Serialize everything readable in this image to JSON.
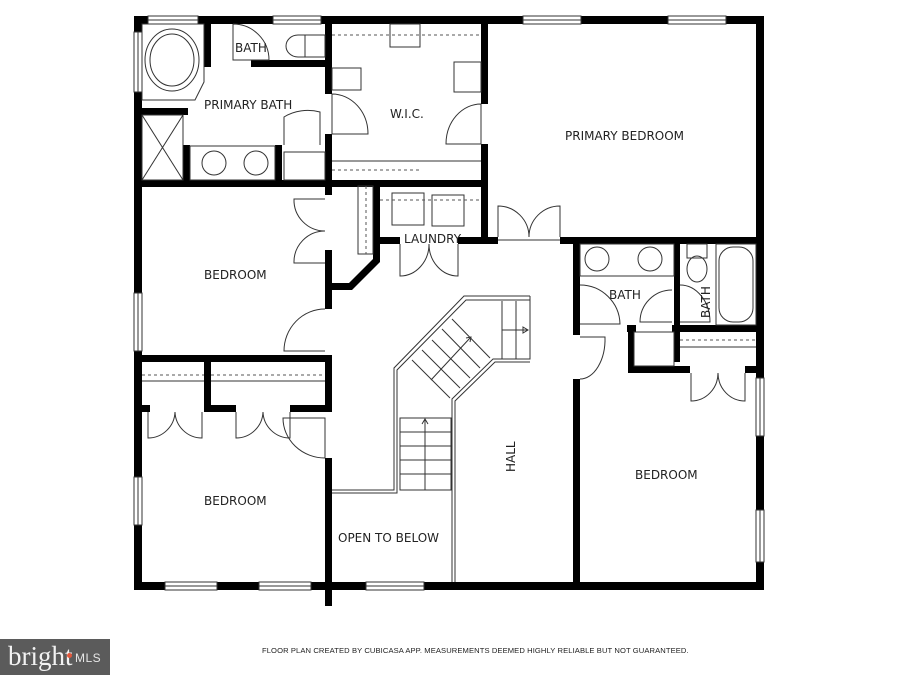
{
  "floor_plan": {
    "rooms": [
      {
        "id": "primary-bath",
        "label": "PRIMARY BATH"
      },
      {
        "id": "bath-1",
        "label": "BATH"
      },
      {
        "id": "wic",
        "label": "W.I.C."
      },
      {
        "id": "primary-bedroom",
        "label": "PRIMARY BEDROOM"
      },
      {
        "id": "bedroom-1",
        "label": "BEDROOM"
      },
      {
        "id": "laundry",
        "label": "LAUNDRY"
      },
      {
        "id": "bath-2",
        "label": "BATH"
      },
      {
        "id": "bath-3",
        "label": "BATH"
      },
      {
        "id": "hall",
        "label": "HALL"
      },
      {
        "id": "bedroom-2",
        "label": "BEDROOM"
      },
      {
        "id": "bedroom-3",
        "label": "BEDROOM"
      },
      {
        "id": "open-to-below",
        "label": "OPEN TO BELOW"
      }
    ]
  },
  "footer": {
    "disclaimer": "FLOOR PLAN CREATED BY CUBICASA APP. MEASUREMENTS DEEMED HIGHLY RELIABLE BUT NOT GUARANTEED.",
    "logo_brand": "bright",
    "logo_suffix": "MLS",
    "logo_accent_color": "#e2573b",
    "logo_bg_color": "#5b5b5b"
  }
}
